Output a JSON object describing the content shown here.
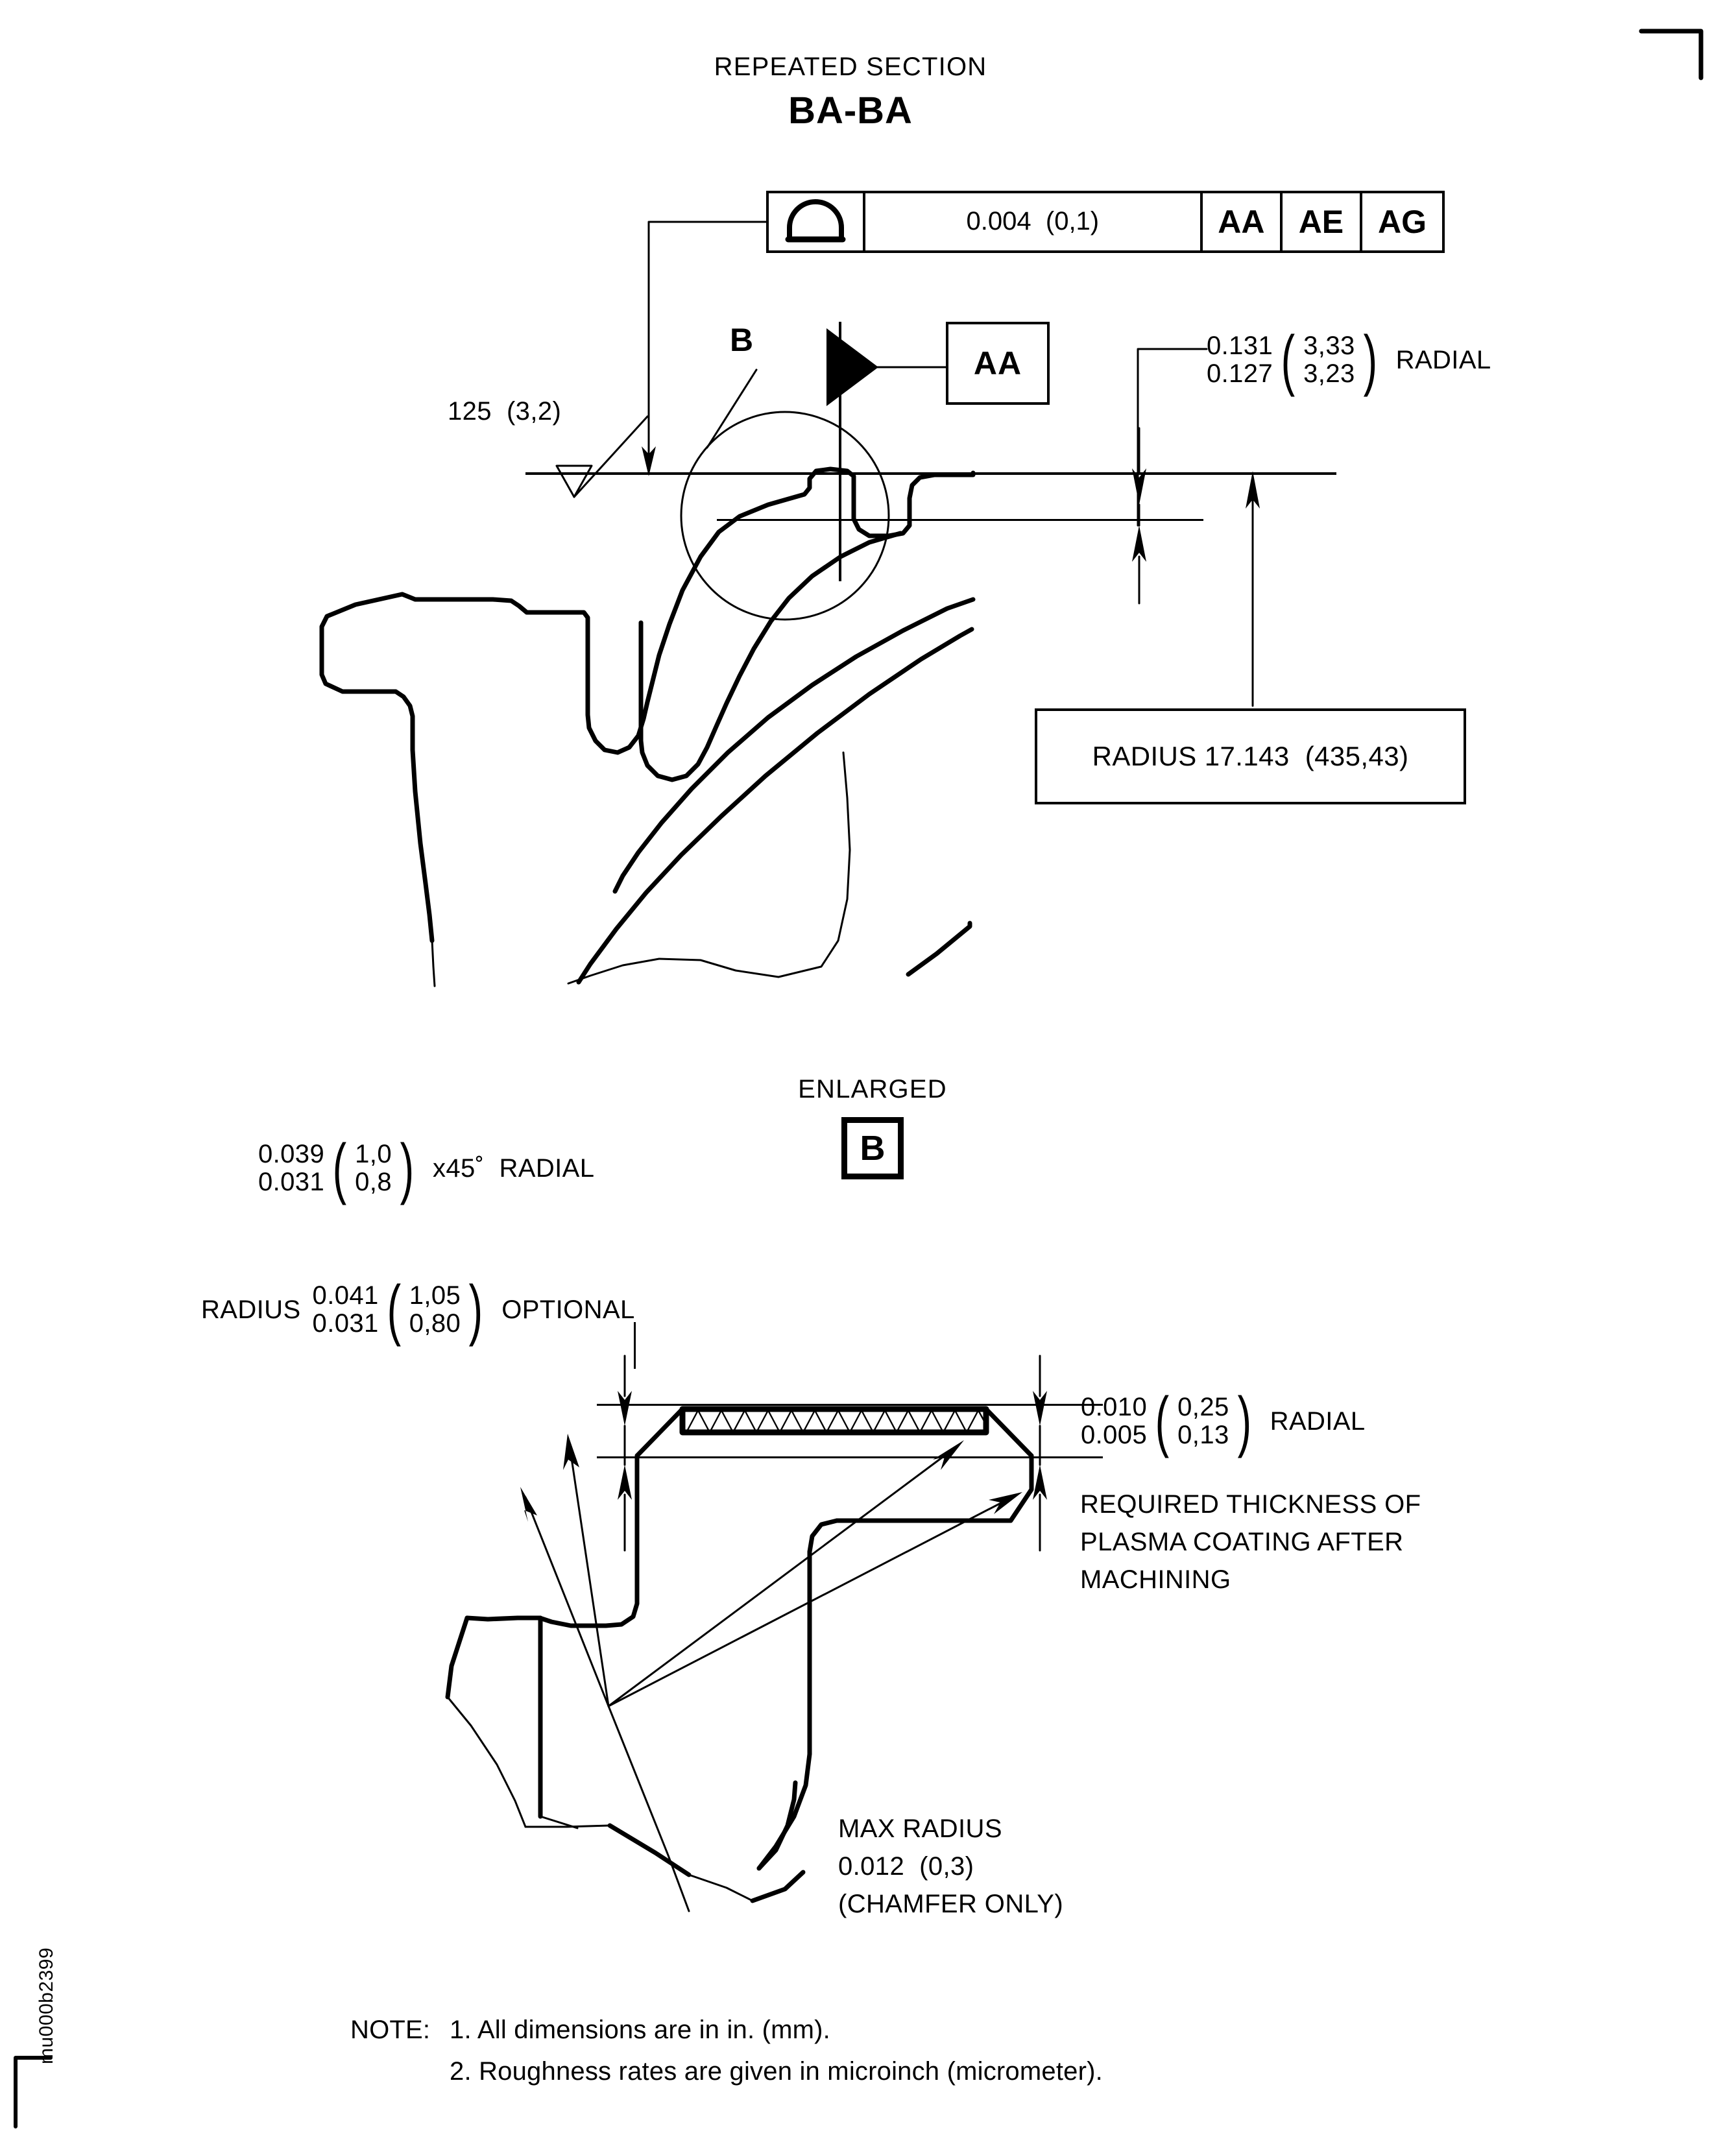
{
  "sheet": {
    "drawing_id": "mu000b2399",
    "background": "#ffffff",
    "ink": "#000000"
  },
  "header": {
    "subtitle": "REPEATED SECTION",
    "title": "BA-BA"
  },
  "feature_control_frame": {
    "symbol_name": "profile-of-a-surface",
    "tolerance": "0.004  (0,1)",
    "datums": [
      "AA",
      "AE",
      "AG"
    ]
  },
  "upper_view": {
    "surface_finish": "125  (3,2)",
    "detail_callout": "B",
    "datum_feature_label": "AA",
    "radial_dim": {
      "upper_in": "0.131",
      "lower_in": "0.127",
      "upper_mm": "3,33",
      "lower_mm": "3,23",
      "suffix": "RADIAL"
    },
    "radius_note": "RADIUS 17.143  (435,43)"
  },
  "enlarged": {
    "label": "ENLARGED",
    "detail_letter": "B",
    "chamfer_dim": {
      "upper_in": "0.039",
      "lower_in": "0.031",
      "upper_mm": "1,0",
      "lower_mm": "0,8",
      "suffix": "x45˚  RADIAL"
    },
    "radius_optional": {
      "prefix": "RADIUS",
      "upper_in": "0.041",
      "lower_in": "0.031",
      "upper_mm": "1,05",
      "lower_mm": "0,80",
      "suffix": "OPTIONAL"
    },
    "coating_dim": {
      "upper_in": "0.010",
      "lower_in": "0.005",
      "upper_mm": "0,25",
      "lower_mm": "0,13",
      "suffix": "RADIAL"
    },
    "coating_note_line1": "REQUIRED THICKNESS OF",
    "coating_note_line2": "PLASMA COATING AFTER",
    "coating_note_line3": "MACHINING",
    "max_radius_line1": "MAX RADIUS",
    "max_radius_line2": "0.012  (0,3)",
    "max_radius_line3": "(CHAMFER ONLY)"
  },
  "notes": {
    "label": "NOTE:",
    "items": [
      "1. All dimensions are in in. (mm).",
      "2. Roughness rates are given in microinch (micrometer)."
    ]
  }
}
